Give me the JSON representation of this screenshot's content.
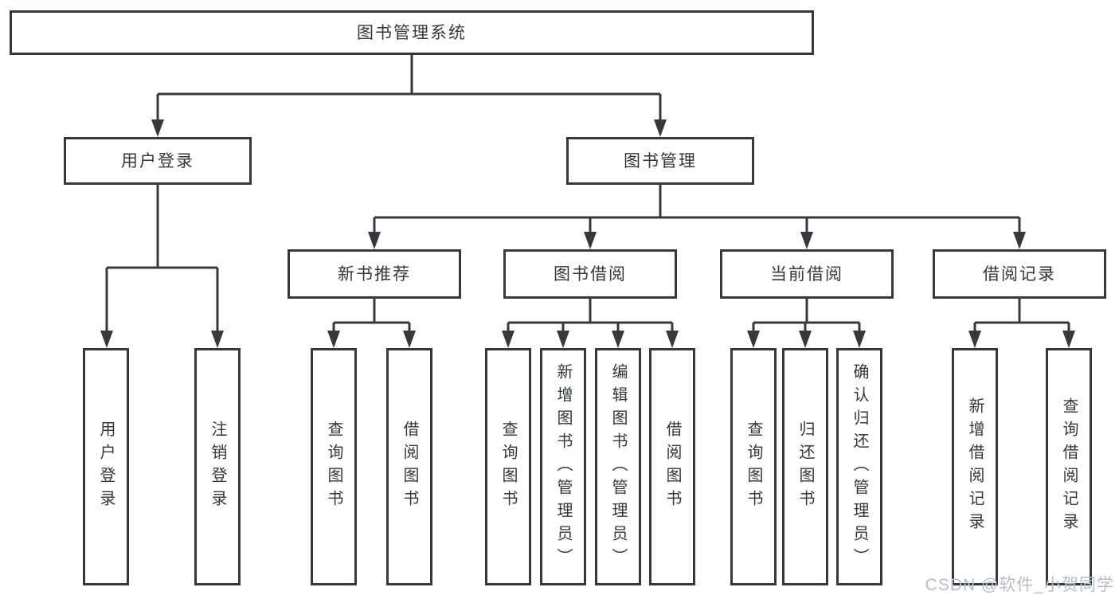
{
  "diagram": {
    "root": {
      "label": "图书管理系统"
    },
    "level2": [
      {
        "label": "用户登录"
      },
      {
        "label": "图书管理"
      }
    ],
    "level3": [
      {
        "label": "新书推荐"
      },
      {
        "label": "图书借阅"
      },
      {
        "label": "当前借阅"
      },
      {
        "label": "借阅记录"
      }
    ],
    "leaves": {
      "user_login": [
        "用户登录",
        "注销登录"
      ],
      "new_book": [
        "查询图书",
        "借阅图书"
      ],
      "book_borrow": [
        "查询图书",
        "新增图书（管理员）",
        "编辑图书（管理员）",
        "借阅图书"
      ],
      "current_borrow": [
        "查询图书",
        "归还图书",
        "确认归还（管理员）"
      ],
      "borrow_records": [
        "新增借阅记录",
        "查询借阅记录"
      ]
    }
  },
  "watermark": {
    "text": "CSDN @软件_小贺同学"
  },
  "colors": {
    "line": "#35383c",
    "text": "#33373b",
    "watermark": "#b6bcc8",
    "background": "#ffffff"
  }
}
